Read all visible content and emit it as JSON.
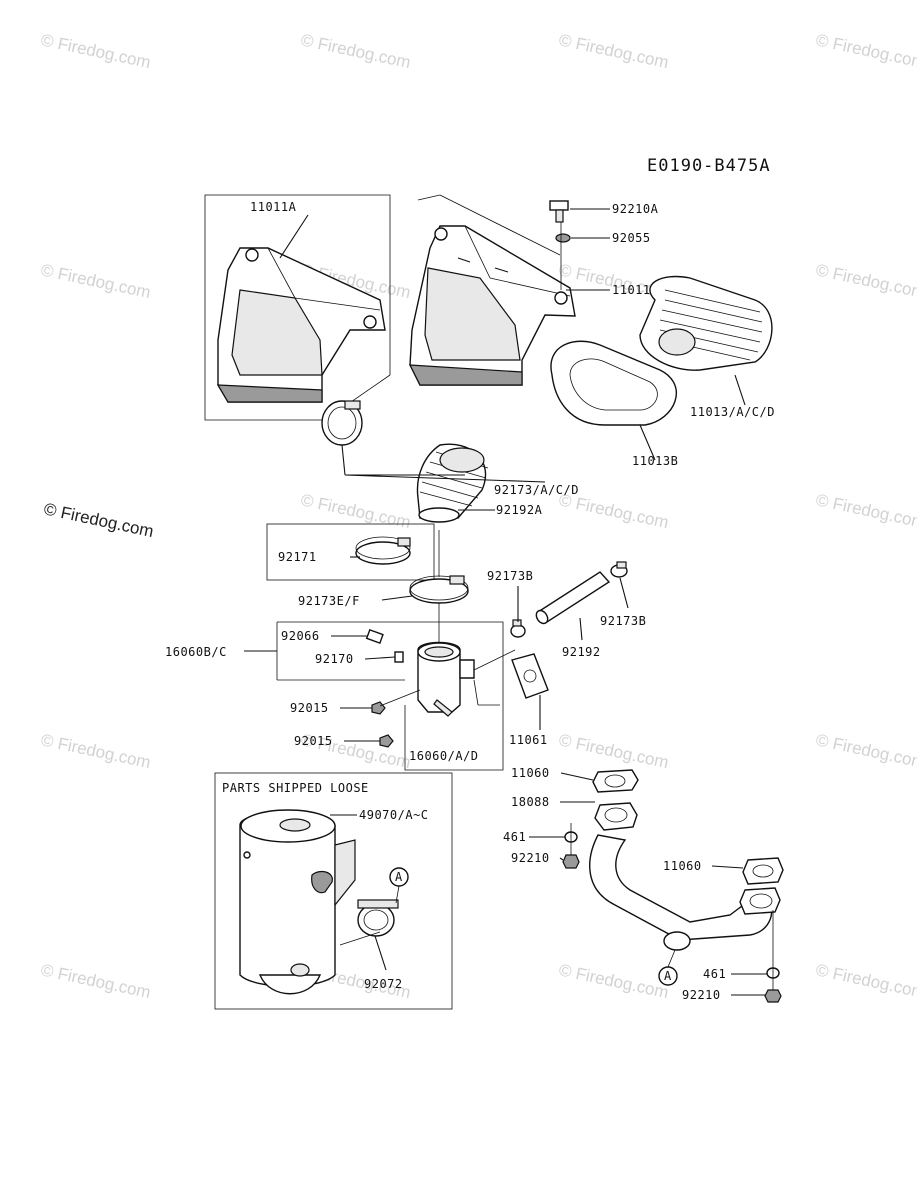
{
  "diagram": {
    "code": "E0190-B475A",
    "box_label": "PARTS SHIPPED LOOSE",
    "circle_marker": "A",
    "watermark": "© Firedog.com"
  },
  "parts": {
    "p11011A": "11011A",
    "p92210A": "92210A",
    "p92055": "92055",
    "p11011": "11011",
    "p11013ACD": "11013/A/C/D",
    "p11013B": "11013B",
    "p92173ACD": "92173/A/C/D",
    "p92192A": "92192A",
    "p92171": "92171",
    "p92173EF": "92173E/F",
    "p92173B_a": "92173B",
    "p92173B_b": "92173B",
    "p92192": "92192",
    "p16060BC": "16060B/C",
    "p92066": "92066",
    "p92170": "92170",
    "p92015_a": "92015",
    "p92015_b": "92015",
    "p16060AD": "16060/A/D",
    "p11061": "11061",
    "p11060_a": "11060",
    "p18088": "18088",
    "p461_a": "461",
    "p92210_a": "92210",
    "p11060_b": "11060",
    "p461_b": "461",
    "p92210_b": "92210",
    "p49070": "49070/A~C",
    "p92072": "92072"
  }
}
